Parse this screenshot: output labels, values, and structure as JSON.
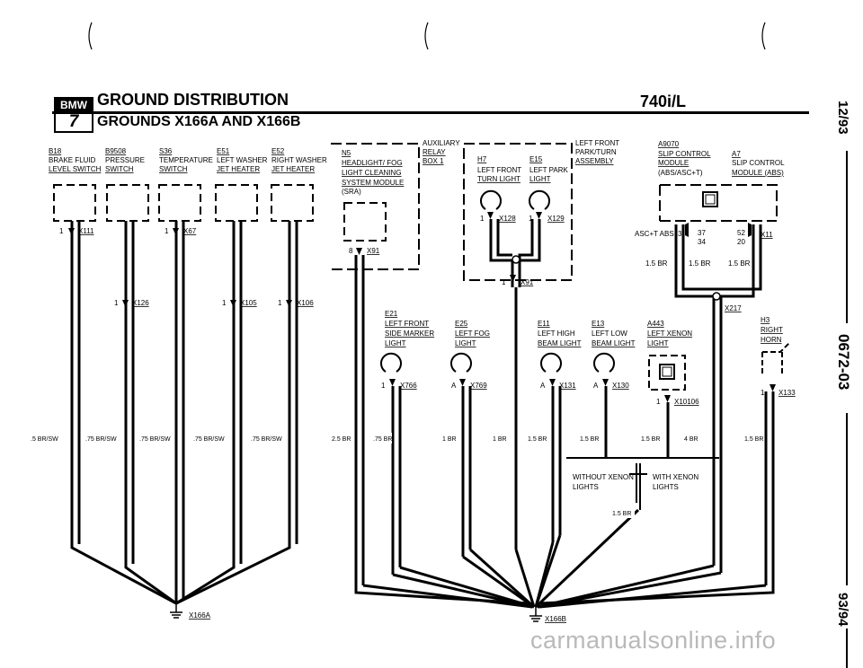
{
  "header": {
    "brand_top": "BMW",
    "brand_bottom": "7",
    "title": "GROUND DISTRIBUTION",
    "subtitle": "GROUNDS X166A AND X166B",
    "model": "740i/L"
  },
  "side": {
    "date": "12/93",
    "code": "0672-03",
    "year": "93/94"
  },
  "left_group": {
    "components": [
      {
        "id": "B18",
        "lines": [
          "BRAKE FLUID",
          "LEVEL SWITCH"
        ]
      },
      {
        "id": "B9508",
        "lines": [
          "PRESSURE",
          "SWITCH"
        ]
      },
      {
        "id": "S36",
        "lines": [
          "TEMPERATURE",
          "SWITCH"
        ]
      },
      {
        "id": "E51",
        "lines": [
          "LEFT WASHER",
          "JET HEATER"
        ]
      },
      {
        "id": "E52",
        "lines": [
          "RIGHT WASHER",
          "JET HEATER"
        ]
      }
    ],
    "pins": {
      "p1": "1",
      "p2": "1",
      "p3": "1",
      "p4": "1",
      "p5": "1"
    },
    "connectors": {
      "c1": "X111",
      "c2": "X67",
      "c3": "X126",
      "c4": "X105",
      "c5": "X106"
    },
    "wires": {
      "w1": ".5 BR/SW",
      "w2": ".75 BR/SW",
      "w3": ".75 BR/SW",
      "w4": ".75 BR/SW",
      "w5": ".75 BR/SW"
    },
    "ground": "X166A"
  },
  "right_group": {
    "n5": {
      "id": "N5",
      "lines": [
        "HEADLIGHT/ FOG",
        "LIGHT CLEANING",
        "SYSTEM MODULE",
        "(SRA)"
      ],
      "pin": "8",
      "conn": "X91"
    },
    "relay": {
      "lines": [
        "AUXILIARY",
        "RELAY",
        "BOX 1"
      ]
    },
    "h7": {
      "id": "H7",
      "lines": [
        "LEFT FRONT",
        "TURN LIGHT"
      ],
      "pin": "1",
      "conn": "X128"
    },
    "e15": {
      "id": "E15",
      "lines": [
        "LEFT PARK",
        "LIGHT"
      ],
      "pin": "1",
      "conn": "X129"
    },
    "assembly": {
      "lines": [
        "LEFT FRONT",
        "PARK/TURN",
        "ASSEMBLY"
      ]
    },
    "x91b": {
      "pin": "1",
      "conn": "X91"
    },
    "a9070": {
      "id": "A9070",
      "lines": [
        "SLIP CONTROL",
        "MODULE",
        "(ABS/ASC+T)"
      ]
    },
    "a7": {
      "id": "A7",
      "lines": [
        "SLIP CONTROL",
        "MODULE (ABS)"
      ]
    },
    "asc": {
      "label": "ASC+T ABS",
      "pin3": "3",
      "pin37": "37",
      "pin34": "34",
      "pin52": "52",
      "pin20": "20",
      "conn": "X11"
    },
    "x217": "X217",
    "e21": {
      "id": "E21",
      "lines": [
        "LEFT FRONT",
        "SIDE MARKER",
        "LIGHT"
      ],
      "pin": "1",
      "conn": "X766"
    },
    "e25": {
      "id": "E25",
      "lines": [
        "LEFT FOG",
        "LIGHT"
      ],
      "pin": "A",
      "conn": "X769"
    },
    "e11": {
      "id": "E11",
      "lines": [
        "LEFT HIGH",
        "BEAM LIGHT"
      ],
      "pin": "A",
      "conn": "X131"
    },
    "e13": {
      "id": "E13",
      "lines": [
        "LEFT LOW",
        "BEAM LIGHT"
      ],
      "pin": "A",
      "conn": "X130"
    },
    "a443": {
      "id": "A443",
      "lines": [
        "LEFT XENON",
        "LIGHT"
      ],
      "pin": "1",
      "conn": "X10106"
    },
    "h3": {
      "id": "H3",
      "lines": [
        "RIGHT",
        "HORN"
      ],
      "pin": "1",
      "conn": "X133"
    },
    "wires": {
      "w1": "2.5 BR",
      "w2": ".75 BR",
      "w3": "1 BR",
      "w4": "1 BR",
      "w5": "1.5 BR",
      "w6": "1.5 BR",
      "w7": "1.5 BR",
      "w8": "4 BR",
      "w9": "1.5 BR",
      "w10": "1.5 BR",
      "w11": "1.5 BR",
      "w12": "1.5 BR"
    },
    "without_xenon": [
      "WITHOUT XENON",
      "LIGHTS"
    ],
    "with_xenon": [
      "WITH XENON",
      "LIGHTS"
    ],
    "ground": "X166B"
  },
  "watermark": "carmanualsonline.info"
}
